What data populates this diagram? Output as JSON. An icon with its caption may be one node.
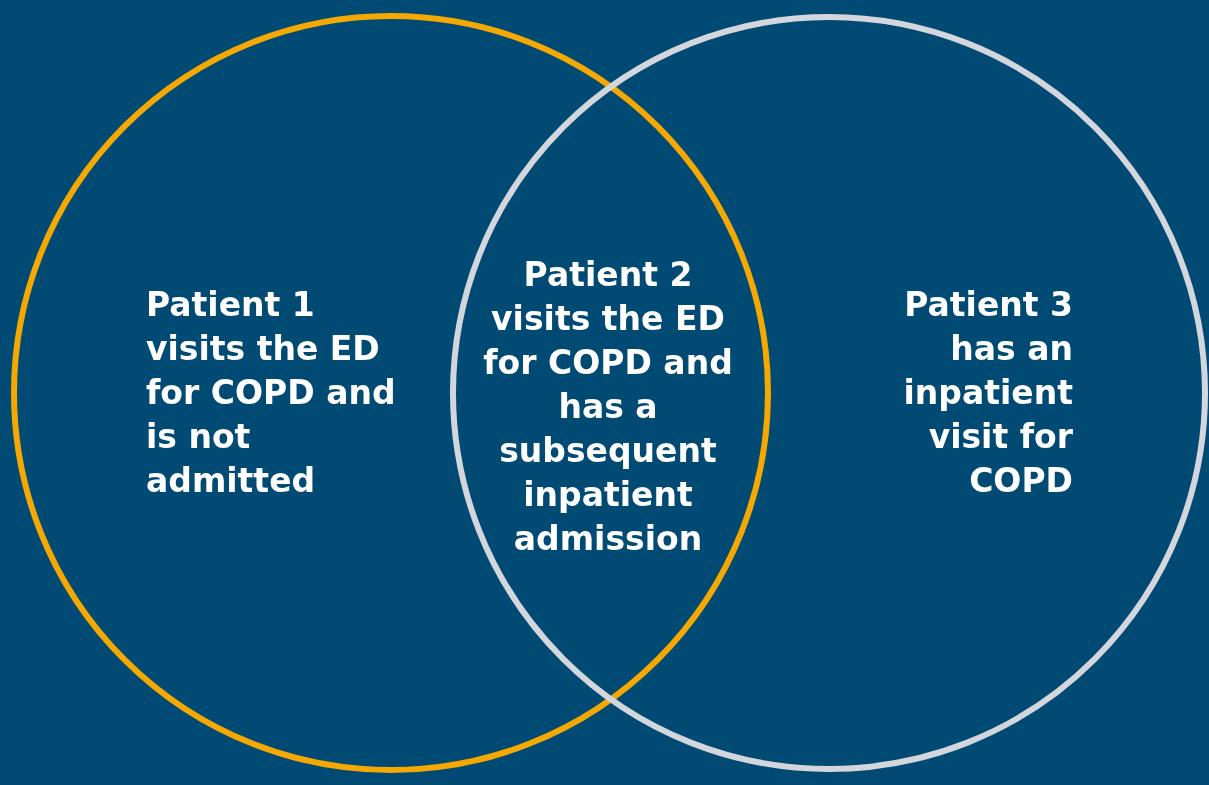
{
  "diagram": {
    "nodes": [
      {
        "text": [
          "Patient 1 visits the ED for COPD and is not admitted"
        ]
      },
      {
        "text": [
          "Patient 3 has an inpatient visit for COPD"
        ]
      }
    ],
    "labels": [
      "Patient 2 visits the ED for COPD and has a subsequent inpatient admission"
    ]
  }
}
